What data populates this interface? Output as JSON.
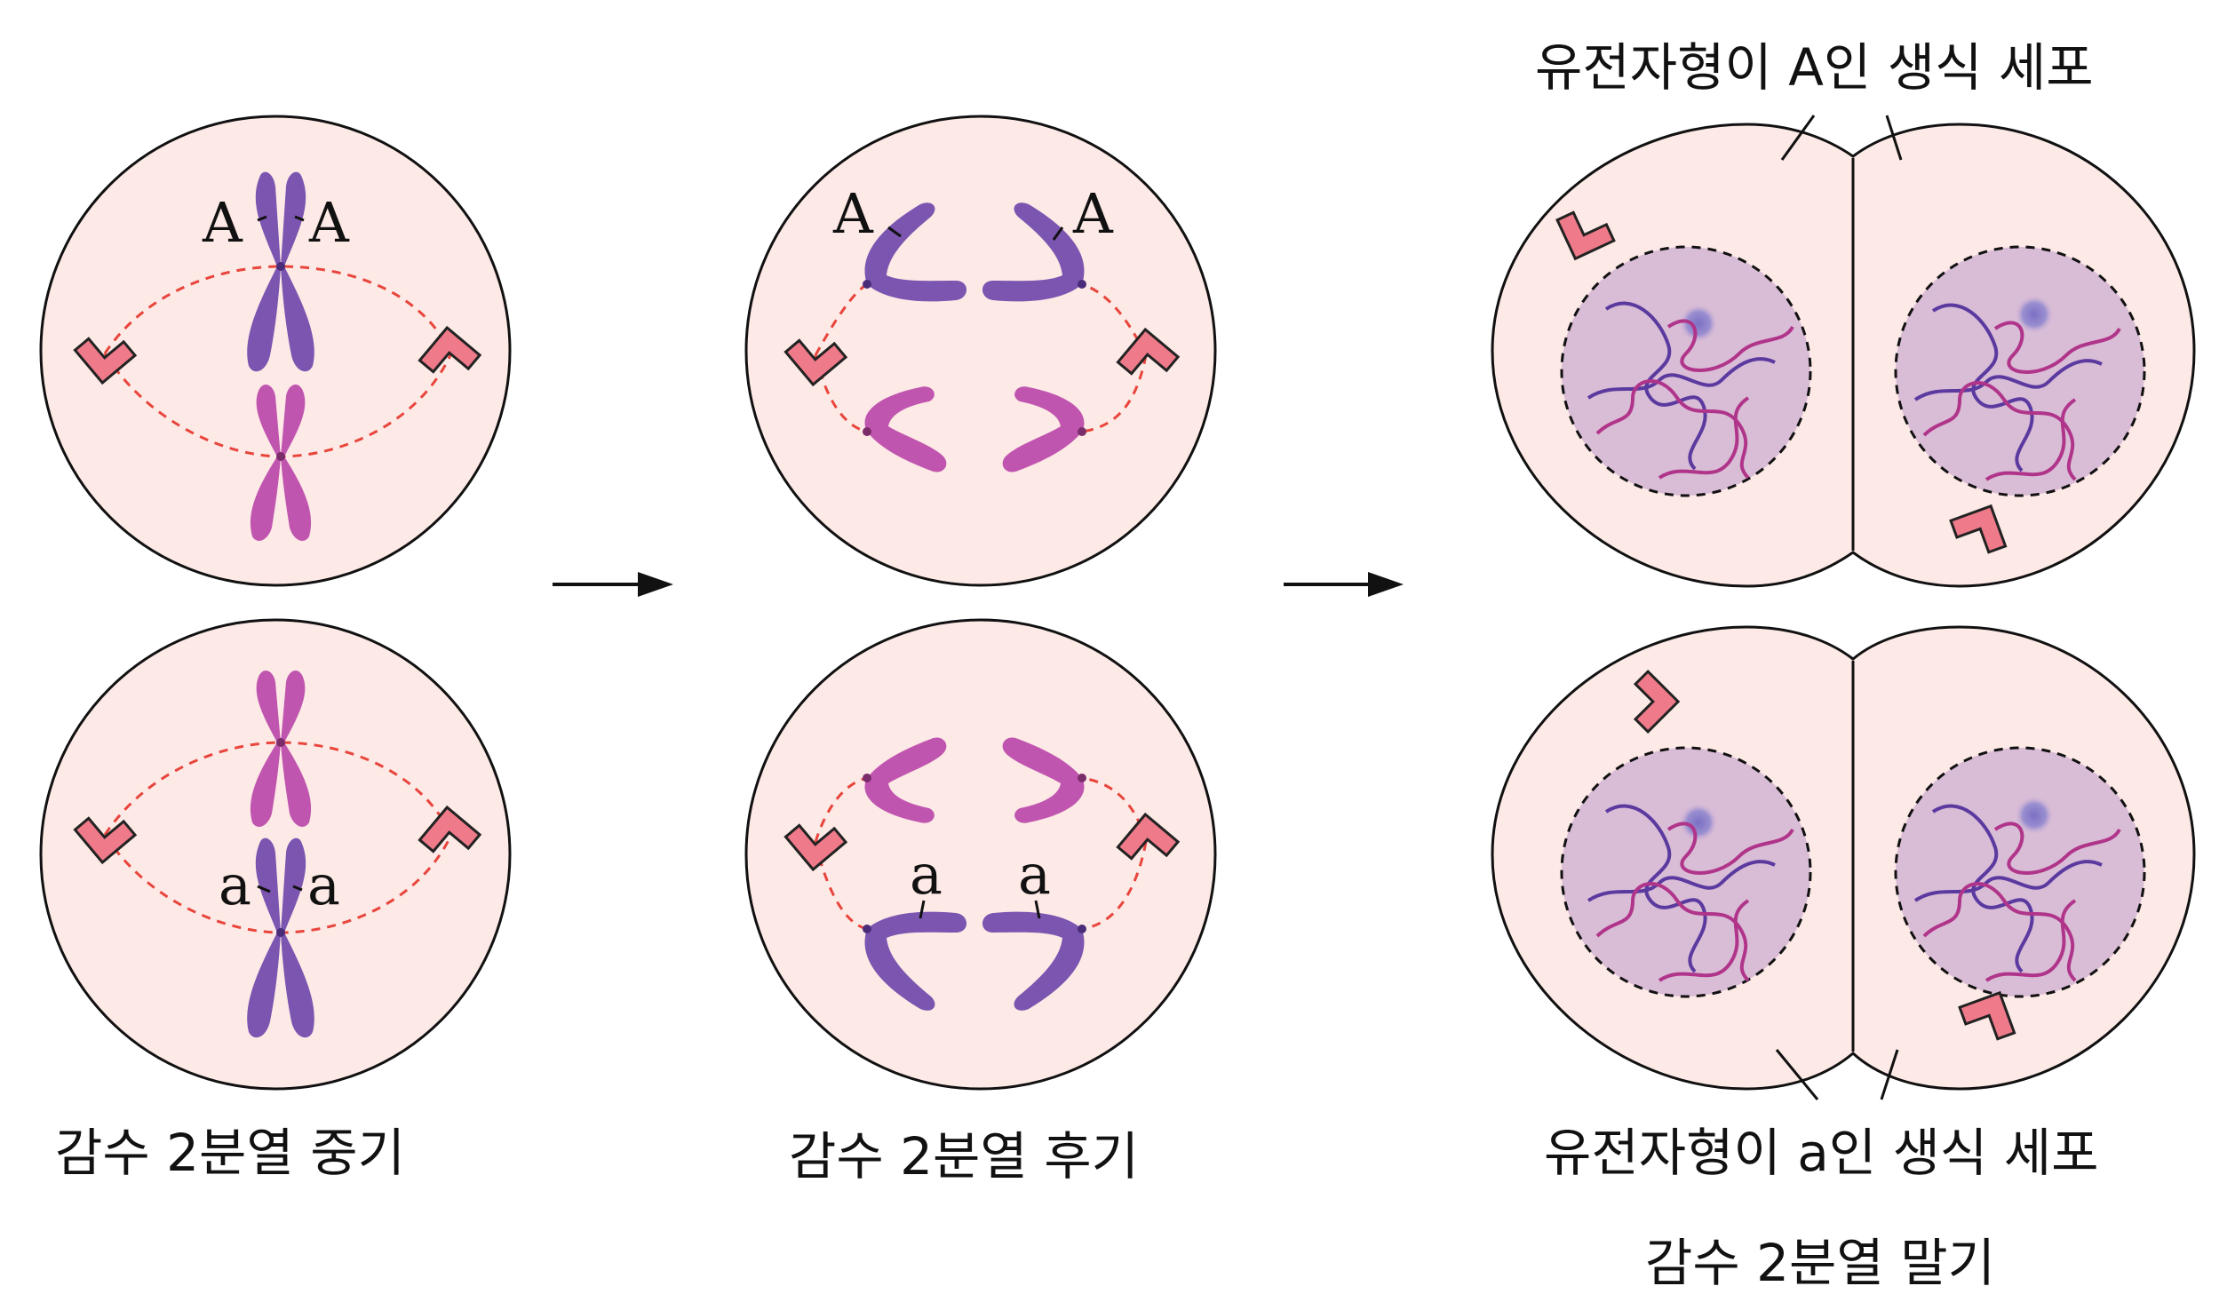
{
  "stages": {
    "metaphase2": "감수 2분열 중기",
    "anaphase2": "감수 2분열 후기",
    "telophase2": "감수 2분열 말기"
  },
  "genes": {
    "dominant": "A",
    "recessive": "a"
  },
  "cells": {
    "top_label": "유전자형이 A인 생식 세포",
    "bottom_label": "유전자형이 a인 생식 세포"
  },
  "colors": {
    "cell_fill": "#fde9e6",
    "purple_chromosome": "#7b55b0",
    "magenta_chromosome": "#c055b0",
    "spindle": "#e8453c",
    "centrosome": "#ee7a8a",
    "nucleus": "#d9bcd6"
  }
}
